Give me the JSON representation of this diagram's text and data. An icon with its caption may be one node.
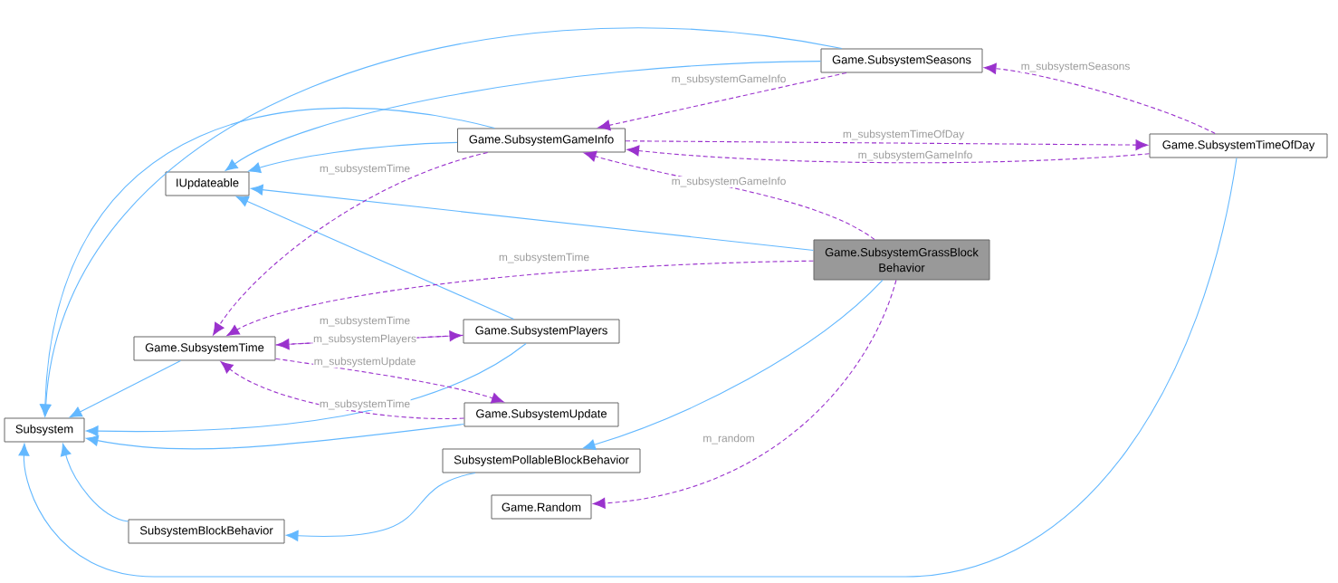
{
  "diagram": {
    "nodes": [
      {
        "text": [
          "Game.SubsystemSeasons"
        ]
      },
      {
        "text": [
          "Game.SubsystemTimeOfDay"
        ]
      },
      {
        "text": [
          "Game.SubsystemGameInfo"
        ]
      },
      {
        "text": [
          "IUpdateable"
        ]
      },
      {
        "text": [
          "Game.SubsystemGrassBlock Behavior"
        ]
      },
      {
        "text": [
          "Game.SubsystemTime"
        ]
      },
      {
        "text": [
          "Game.SubsystemPlayers"
        ]
      },
      {
        "text": [
          "Game.SubsystemUpdate"
        ]
      },
      {
        "text": [
          "Subsystem"
        ]
      },
      {
        "text": [
          "SubsystemPollableBlockBehavior"
        ]
      },
      {
        "text": [
          "Game.Random"
        ]
      },
      {
        "text": [
          "SubsystemBlockBehavior"
        ]
      }
    ],
    "edges": [
      {
        "from": 0,
        "to": 8,
        "arrow": "to"
      },
      {
        "from": 0,
        "to": 3,
        "arrow": "to"
      },
      {
        "from": 2,
        "to": 8,
        "arrow": "to"
      },
      {
        "from": 2,
        "to": 3,
        "arrow": "to"
      },
      {
        "from": 4,
        "to": 3,
        "arrow": "to"
      },
      {
        "from": 4,
        "to": 9,
        "arrow": "to"
      },
      {
        "from": 1,
        "to": 8,
        "arrow": "to"
      },
      {
        "from": 5,
        "to": 8,
        "arrow": "to"
      },
      {
        "from": 6,
        "to": 3,
        "arrow": "to"
      },
      {
        "from": 6,
        "to": 8,
        "arrow": "to"
      },
      {
        "from": 7,
        "to": 8,
        "arrow": "to"
      },
      {
        "from": 11,
        "to": 8,
        "arrow": "to"
      },
      {
        "from": 9,
        "to": 11,
        "arrow": "to"
      },
      {
        "from": 0,
        "to": 2,
        "arrow": "to",
        "label": "m_subsystemGameInfo",
        "style": "dashed",
        "color": "#9a32cd"
      },
      {
        "from": 1,
        "to": 0,
        "arrow": "to",
        "label": "m_subsystemSeasons",
        "style": "dashed",
        "color": "#9a32cd"
      },
      {
        "from": 2,
        "to": 1,
        "arrow": "to",
        "label": "m_subsystemTimeOfDay",
        "style": "dashed",
        "color": "#9a32cd"
      },
      {
        "from": 1,
        "to": 2,
        "arrow": "to",
        "label": "m_subsystemGameInfo",
        "style": "dashed",
        "color": "#9a32cd"
      },
      {
        "from": 4,
        "to": 2,
        "arrow": "to",
        "label": "m_subsystemGameInfo",
        "style": "dashed",
        "color": "#9a32cd"
      },
      {
        "from": 2,
        "to": 5,
        "arrow": "to",
        "label": "m_subsystemTime",
        "style": "dashed",
        "color": "#9a32cd"
      },
      {
        "from": 4,
        "to": 5,
        "arrow": "to",
        "label": "m_subsystemTime",
        "style": "dashed",
        "color": "#9a32cd"
      },
      {
        "from": 6,
        "to": 5,
        "arrow": "to",
        "label": "m_subsystemTime",
        "style": "dashed",
        "color": "#9a32cd"
      },
      {
        "from": 5,
        "to": 6,
        "arrow": "to",
        "label": "m_subsystemPlayers",
        "style": "dashed",
        "color": "#9a32cd"
      },
      {
        "from": 5,
        "to": 7,
        "arrow": "to",
        "label": "m_subsystemUpdate",
        "style": "dashed",
        "color": "#9a32cd"
      },
      {
        "from": 7,
        "to": 5,
        "arrow": "to",
        "label": "m_subsystemTime",
        "style": "dashed",
        "color": "#9a32cd"
      },
      {
        "from": 4,
        "to": 10,
        "arrow": "to",
        "label": "m_random",
        "style": "dashed",
        "color": "#9a32cd"
      }
    ]
  }
}
